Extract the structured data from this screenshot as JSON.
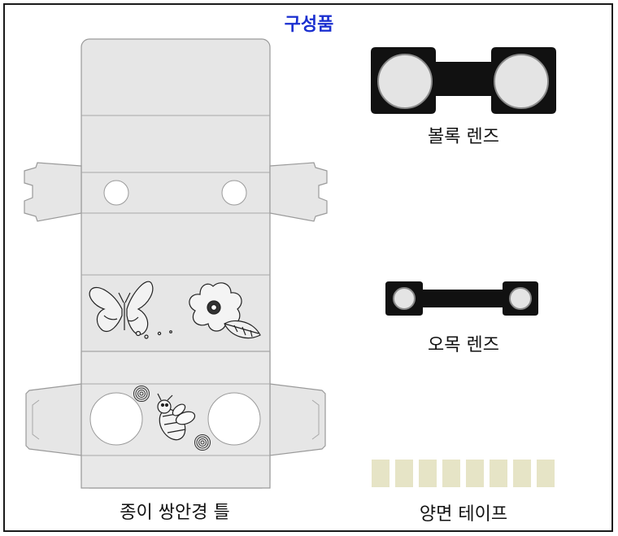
{
  "title": "구성품",
  "labels": {
    "paper_frame": "종이 쌍안경 틀",
    "convex_lens": "볼록 렌즈",
    "concave_lens": "오목 렌즈",
    "tape": "양면 테이프"
  },
  "colors": {
    "title": "#1a2fd0",
    "paper": "#e6e6e6",
    "outline": "#9a9a9a",
    "lens_holder": "#111111",
    "lens_glass": "#e4e4e4",
    "tape": "#e6e4c6"
  },
  "tape_pieces": 8,
  "icons": [
    "butterfly-icon",
    "flower-icon",
    "leaf-icon",
    "bee-icon",
    "spiral-icon"
  ]
}
